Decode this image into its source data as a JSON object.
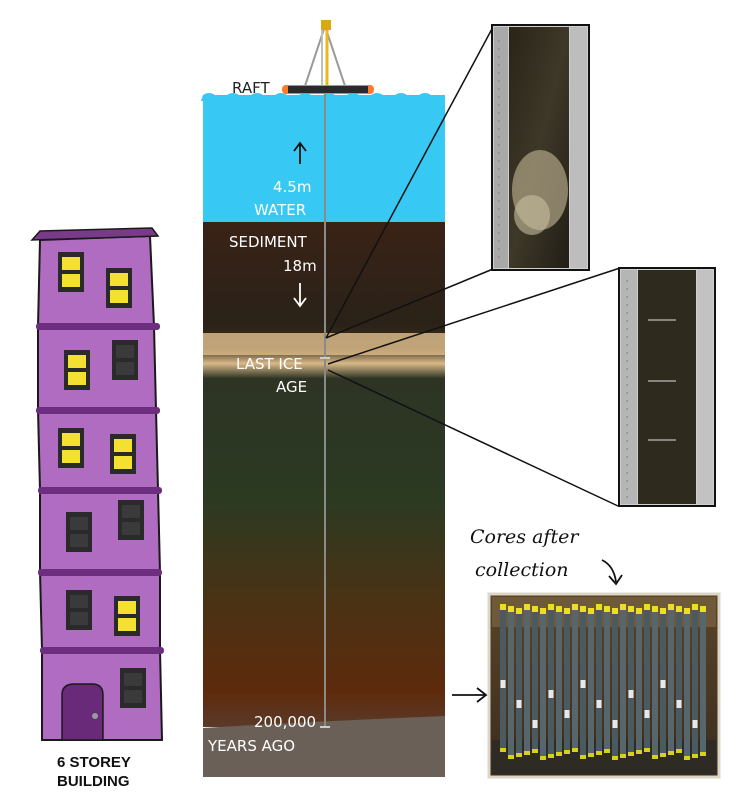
{
  "labels": {
    "raft": "RAFT",
    "water_depth": "4.5m",
    "water": "WATER",
    "sediment": "SEDIMENT",
    "sediment_depth": "18m",
    "ice_age_line1": "LAST ICE",
    "ice_age_line2": "AGE",
    "years_value": "200,000",
    "years_unit": "YEARS AGO",
    "building_line1": "6 STOREY",
    "building_line2": "BUILDING",
    "cores_line1": "Cores after",
    "cores_line2": "collection"
  },
  "icons": {
    "up": "up-arrow-icon",
    "down": "down-arrow-icon",
    "right": "right-arrow-icon"
  },
  "colors": {
    "water": "#38c8f4",
    "sediment_top": "#3c2418",
    "ice_band": "#d8b888",
    "sediment_mid": "#2c3a26",
    "sediment_deep": "#5a2a10",
    "base": "#6a6058",
    "building": "#b06cc0",
    "window": "#f4e030"
  }
}
